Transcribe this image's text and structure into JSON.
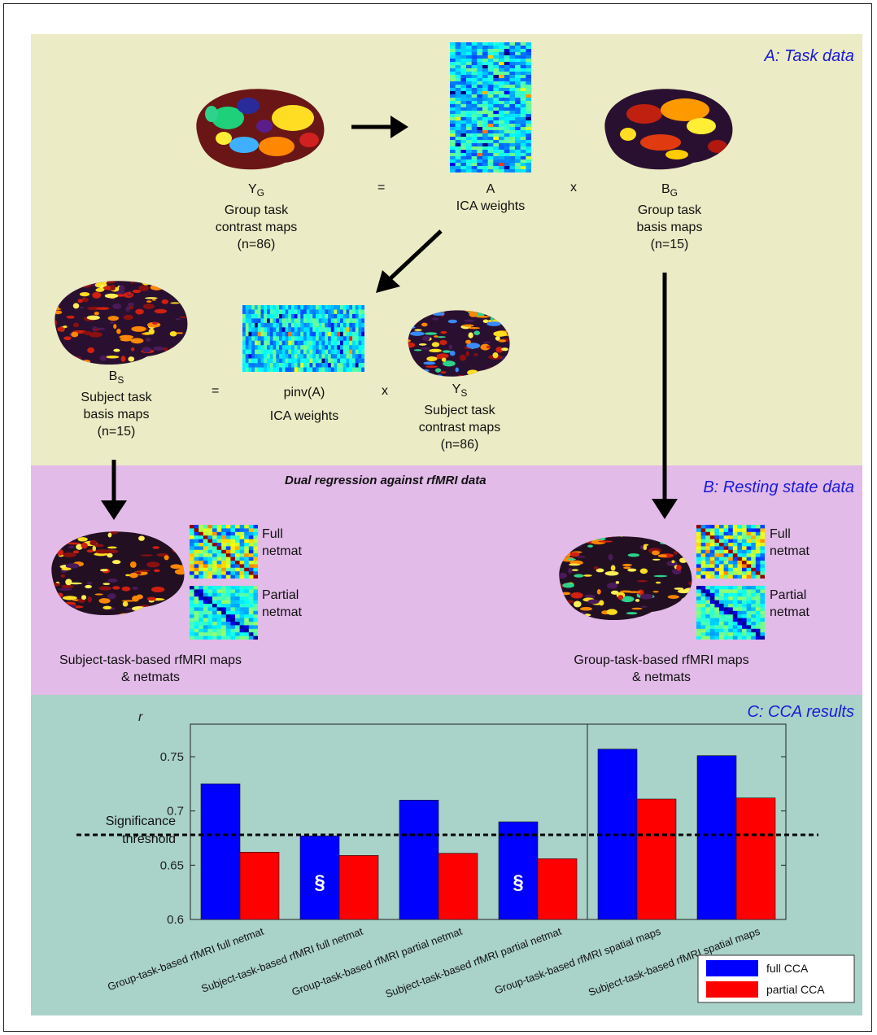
{
  "panels": {
    "a_title": "A: Task data",
    "b_title": "B: Resting state data",
    "c_title": "C: CCA results"
  },
  "row1": {
    "yg_sym": "Y",
    "yg_sub": "G",
    "yg_l1": "Group task",
    "yg_l2": "contrast maps",
    "yg_l3": "(n=86)",
    "eq": "=",
    "a_sym": "A",
    "a_l1": "ICA weights",
    "x": "x",
    "bg_sym": "B",
    "bg_sub": "G",
    "bg_l1": "Group task",
    "bg_l2": "basis maps",
    "bg_l3": "(n=15)"
  },
  "row2": {
    "bs_sym": "B",
    "bs_sub": "S",
    "bs_l1": "Subject task",
    "bs_l2": "basis maps",
    "bs_l3": "(n=15)",
    "eq": "=",
    "pinv_sym": "pinv(A)",
    "pinv_l1": "ICA weights",
    "x": "x",
    "ys_sym": "Y",
    "ys_sub": "S",
    "ys_l1": "Subject task",
    "ys_l2": "contrast maps",
    "ys_l3": "(n=86)"
  },
  "panel_b": {
    "dual_regression": "Dual regression against rfMRI data",
    "full_netmat_l1": "Full",
    "full_netmat_l2": "netmat",
    "partial_netmat_l1": "Partial",
    "partial_netmat_l2": "netmat",
    "subject_caption_l1": "Subject-task-based rfMRI maps",
    "subject_caption_l2": "& netmats",
    "group_caption_l1": "Group-task-based rfMRI maps",
    "group_caption_l2": "& netmats"
  },
  "colors": {
    "full_cca": "#0000ff",
    "partial_cca": "#ff0000",
    "title_blue": "#1a1ad8",
    "panel_a_bg": "#ebebc5",
    "panel_b_bg": "#e2bbe8",
    "panel_c_bg": "#a9d2c8"
  },
  "chart_data": {
    "type": "bar",
    "ylabel": "r",
    "ylim": [
      0.6,
      0.78
    ],
    "yticks": [
      "0.6",
      "0.65",
      "0.7",
      "0.75"
    ],
    "categories": [
      "Group-task-based rfMRI full netmat",
      "Subject-task-based rfMRI full netmat",
      "Group-task-based rfMRI partial netmat",
      "Subject-task-based rfMRI partial netmat",
      "Group-task-based rfMRI spatial maps",
      "Subject-task-based rfMRI spatial maps"
    ],
    "series": [
      {
        "name": "full CCA",
        "values": [
          0.725,
          0.677,
          0.71,
          0.69,
          0.757,
          0.751
        ]
      },
      {
        "name": "partial CCA",
        "values": [
          0.662,
          0.659,
          0.661,
          0.656,
          0.711,
          0.712
        ]
      }
    ],
    "threshold": 0.678,
    "threshold_label_l1": "Significance",
    "threshold_label_l2": "threshold",
    "marker": "§",
    "marker_on_full_bars": [
      1,
      3
    ],
    "divider_after_category": 3,
    "legend_position": "bottom-right"
  }
}
